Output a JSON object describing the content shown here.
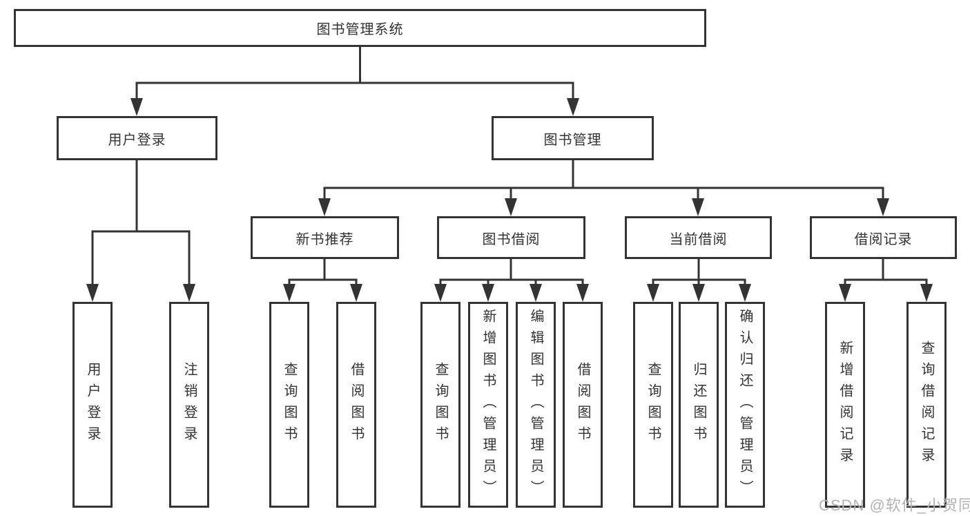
{
  "colors": {
    "background": "#ffffff",
    "line": "#333333",
    "text": "#333333",
    "watermark": "#b3b3b3"
  },
  "watermark": {
    "text": "CSDN @软件_小贺同学"
  },
  "tree": {
    "root": {
      "label": "图书管理系统",
      "children": [
        {
          "label": "用户登录",
          "children": [
            {
              "label": "用户登录"
            },
            {
              "label": "注销登录"
            }
          ]
        },
        {
          "label": "图书管理",
          "children": [
            {
              "label": "新书推荐",
              "children": [
                {
                  "label": "查询图书"
                },
                {
                  "label": "借阅图书"
                }
              ]
            },
            {
              "label": "图书借阅",
              "children": [
                {
                  "label": "查询图书"
                },
                {
                  "label": "新增图书（管理员）"
                },
                {
                  "label": "编辑图书（管理员）"
                },
                {
                  "label": "借阅图书"
                }
              ]
            },
            {
              "label": "当前借阅",
              "children": [
                {
                  "label": "查询图书"
                },
                {
                  "label": "归还图书"
                },
                {
                  "label": "确认归还（管理员）"
                }
              ]
            },
            {
              "label": "借阅记录",
              "children": [
                {
                  "label": "新增借阅记录"
                },
                {
                  "label": "查询借阅记录"
                }
              ]
            }
          ]
        }
      ]
    }
  }
}
